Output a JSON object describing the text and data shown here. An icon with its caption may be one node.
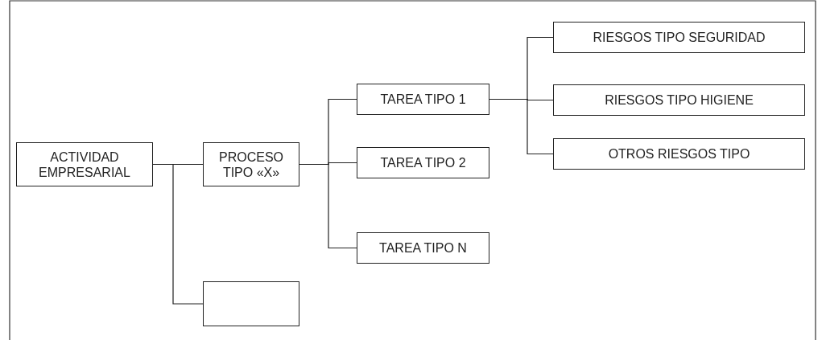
{
  "diagram": {
    "nodes": [
      {
        "text": [
          "ACTIVIDAD EMPRESARIAL"
        ]
      },
      {
        "text": [
          "PROCESO TIPO «X»"
        ]
      },
      {
        "text": [
          "TAREA TIPO 1"
        ]
      },
      {
        "text": [
          "TAREA TIPO 2"
        ]
      },
      {
        "text": [
          "TAREA TIPO N"
        ]
      },
      {
        "text": [
          "RIESGOS TIPO SEGURIDAD"
        ]
      },
      {
        "text": [
          "RIESGOS TIPO HIGIENE"
        ]
      },
      {
        "text": [
          "OTROS RIESGOS TIPO"
        ]
      },
      {
        "text": [],
        "shape": "box"
      }
    ],
    "edges": [
      {
        "from": 0,
        "to": 1,
        "arrow": "none"
      },
      {
        "from": 0,
        "to": 8,
        "arrow": "none"
      },
      {
        "from": 1,
        "to": 2,
        "arrow": "none"
      },
      {
        "from": 1,
        "to": 3,
        "arrow": "none"
      },
      {
        "from": 1,
        "to": 4,
        "arrow": "none"
      },
      {
        "from": 2,
        "to": 5,
        "arrow": "none"
      },
      {
        "from": 2,
        "to": 6,
        "arrow": "none"
      },
      {
        "from": 2,
        "to": 7,
        "arrow": "none"
      }
    ]
  }
}
